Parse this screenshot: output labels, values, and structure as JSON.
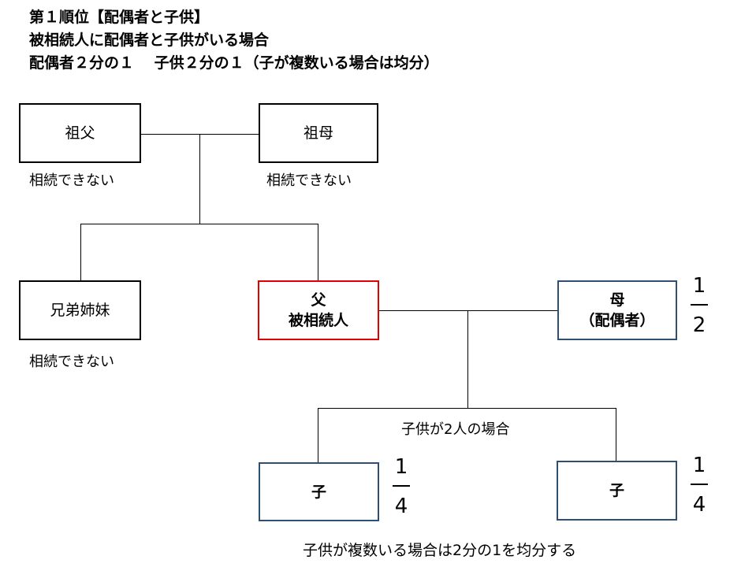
{
  "header": {
    "line1": "第１順位【配偶者と子供】",
    "line2": "被相続人に配偶者と子供がいる場合",
    "line3": "配偶者２分の１　 子供２分の１（子が複数いる場合は均分）"
  },
  "nodes": {
    "grandfather": {
      "label": "祖父",
      "note": "相続できない"
    },
    "grandmother": {
      "label": "祖母",
      "note": "相続できない"
    },
    "siblings": {
      "label": "兄弟姉妹",
      "note": "相続できない"
    },
    "father": {
      "line1": "父",
      "line2": "被相続人"
    },
    "mother": {
      "line1": "母",
      "line2": "（配偶者）",
      "share": {
        "numerator": "1",
        "denominator": "2"
      }
    },
    "child1": {
      "label": "子",
      "share": {
        "numerator": "1",
        "denominator": "4"
      }
    },
    "child2": {
      "label": "子",
      "share": {
        "numerator": "1",
        "denominator": "4"
      }
    }
  },
  "labels": {
    "two_children": "子供が2人の場合",
    "footer": "子供が複数いる場合は2分の1を均分する"
  },
  "colors": {
    "deceased_border": "#e00000",
    "spouse_child_border": "#2e4f73",
    "default_border": "#000000"
  }
}
